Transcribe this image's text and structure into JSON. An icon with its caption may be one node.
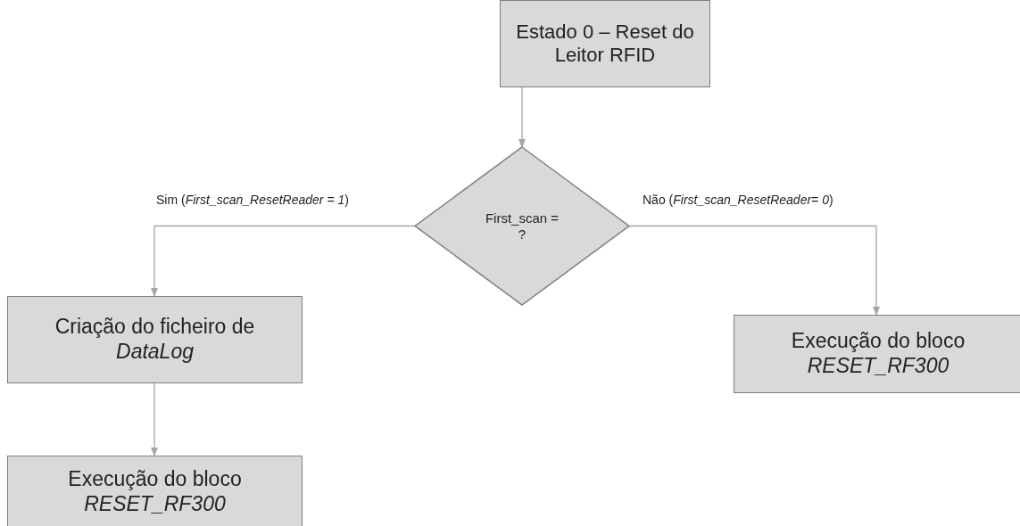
{
  "diagram": {
    "nodes": [
      {
        "text": [
          "Estado 0 – Reset do Leitor RFID"
        ]
      },
      {
        "text": [
          "First_scan = ?"
        ]
      },
      {
        "text": [
          "Criação do ficheiro de *DataLog*"
        ]
      },
      {
        "text": [
          "Execução do bloco *RESET_RF300*"
        ]
      },
      {
        "text": [
          "Execução do bloco *RESET_RF300*"
        ]
      }
    ],
    "edges": [
      {
        "from": 0,
        "to": 1,
        "arrow": "to"
      },
      {
        "from": 1,
        "to": 2,
        "arrow": "to",
        "label": "Sim (*First_scan_ResetReader = 1*)"
      },
      {
        "from": 1,
        "to": 4,
        "arrow": "to",
        "label": "Não (*First_scan_ResetReader= 0*)"
      },
      {
        "from": 2,
        "to": 3,
        "arrow": "to"
      }
    ]
  }
}
